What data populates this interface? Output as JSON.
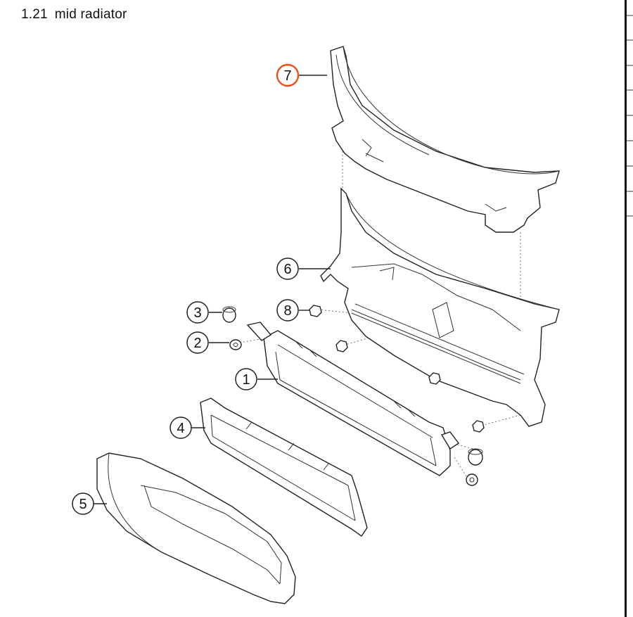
{
  "page": {
    "section_number": "1.21",
    "section_title": "mid radiator"
  },
  "callouts": [
    {
      "id": "1",
      "label": "1",
      "highlighted": false
    },
    {
      "id": "2",
      "label": "2",
      "highlighted": false
    },
    {
      "id": "3",
      "label": "3",
      "highlighted": false
    },
    {
      "id": "4",
      "label": "4",
      "highlighted": false
    },
    {
      "id": "5",
      "label": "5",
      "highlighted": false
    },
    {
      "id": "6",
      "label": "6",
      "highlighted": false
    },
    {
      "id": "7",
      "label": "7",
      "highlighted": true
    },
    {
      "id": "8",
      "label": "8",
      "highlighted": false
    }
  ],
  "colors": {
    "highlight": "#e8501c",
    "line": "#222222"
  }
}
